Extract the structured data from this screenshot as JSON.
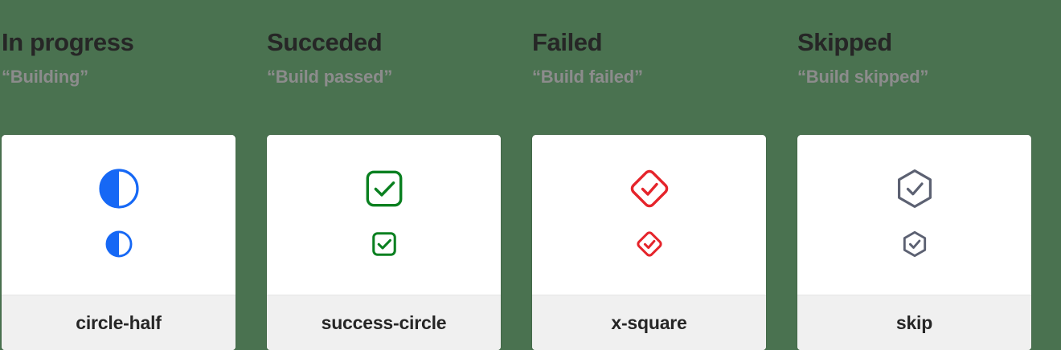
{
  "page": {
    "background_color": "#4a7250",
    "card_background": "#ffffff",
    "footer_background": "#f0f0f0"
  },
  "colors": {
    "blue": "#1668f5",
    "green": "#0a8020",
    "red": "#e5242b",
    "slate": "#5c6172",
    "title_text": "#262626",
    "quote_text": "#8c8c8c"
  },
  "columns": [
    {
      "title": "In progress",
      "quote": "“Building”",
      "icon_name": "circle-half",
      "icon_label": "circle-half",
      "icon_color": "#1668f5"
    },
    {
      "title": "Succeded",
      "quote": "“Build passed”",
      "icon_name": "success-circle",
      "icon_label": "success-circle",
      "icon_color": "#0a8020"
    },
    {
      "title": "Failed",
      "quote": "“Build failed”",
      "icon_name": "x-square",
      "icon_label": "x-square",
      "icon_color": "#e5242b"
    },
    {
      "title": "Skipped",
      "quote": "“Build skipped”",
      "icon_name": "skip",
      "icon_label": "skip",
      "icon_color": "#5c6172"
    }
  ]
}
